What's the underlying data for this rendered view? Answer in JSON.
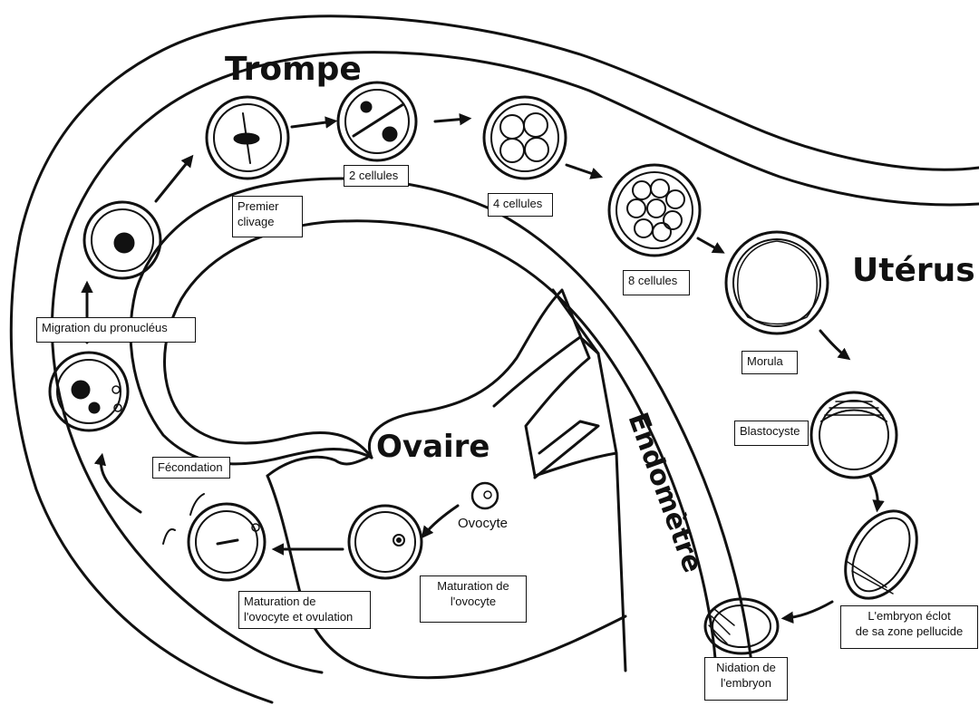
{
  "regions": {
    "trompe": "Trompe",
    "uterus": "Utérus",
    "ovaire": "Ovaire",
    "endometre": "Endomètre"
  },
  "labels": {
    "premier_clivage": "Premier\nclivage",
    "deux_cellules": "2 cellules",
    "quatre_cellules": "4 cellules",
    "huit_cellules": "8 cellules",
    "migration": "Migration du pronucléus",
    "morula": "Morula",
    "blastocyste": "Blastocyste",
    "fecondation": "Fécondation",
    "ovocyte": "Ovocyte",
    "maturation_ovocyte": "Maturation de\nl'ovocyte",
    "maturation_ovulation": "Maturation de\nl'ovocyte et ovulation",
    "eclosion": "L'embryon éclot\nde sa zone pellucide",
    "nidation": "Nidation de\nl'embryon"
  },
  "colors": {
    "ink": "#111111",
    "paper": "#ffffff"
  }
}
